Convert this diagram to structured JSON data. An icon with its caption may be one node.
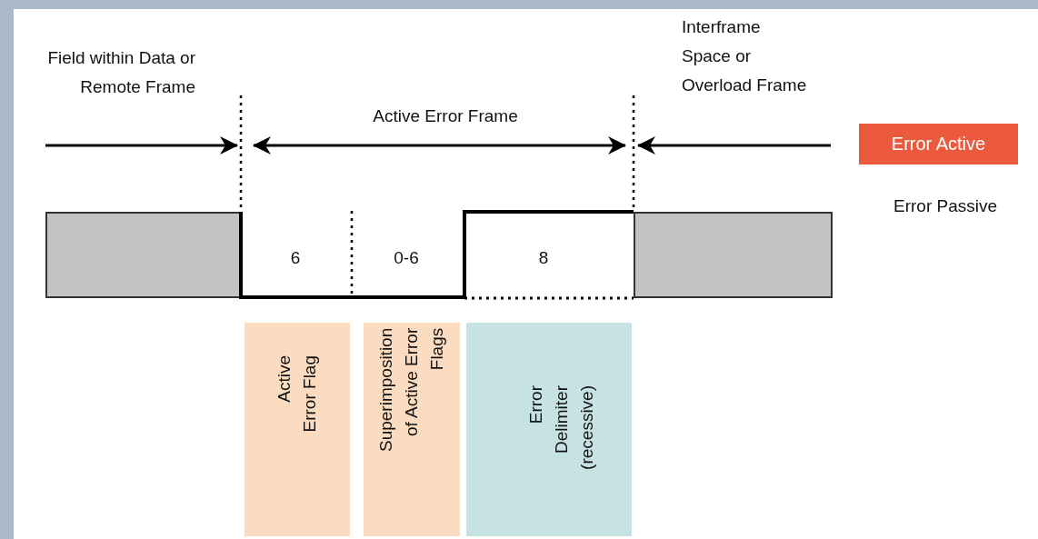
{
  "diagram": {
    "nodes": [
      {
        "text": [
          "Error Active"
        ]
      },
      {
        "text": [
          "Active Error Flag"
        ]
      },
      {
        "text": [
          "Superimposition of Active Error Flags"
        ]
      },
      {
        "text": [
          "Error Delimiter (recessive)"
        ]
      }
    ],
    "labels": [
      "Field within Data or Remote Frame",
      "Active Error Frame",
      "Interframe Space or Overload Frame",
      "Error Passive",
      "6",
      "0-6",
      "8"
    ]
  }
}
